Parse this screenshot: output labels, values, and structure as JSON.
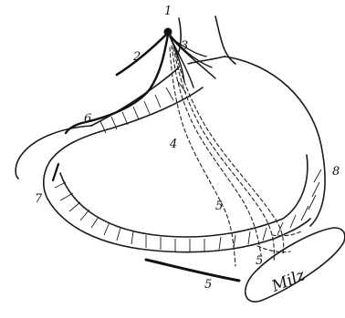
{
  "labels": {
    "l1": "1",
    "l2": "2",
    "l3": "3",
    "l4": "4",
    "l5a": "5",
    "l5b": "5",
    "l5c": "5",
    "l6": "6",
    "l7": "7",
    "l8": "8"
  },
  "spleen": {
    "label": "Milz"
  }
}
